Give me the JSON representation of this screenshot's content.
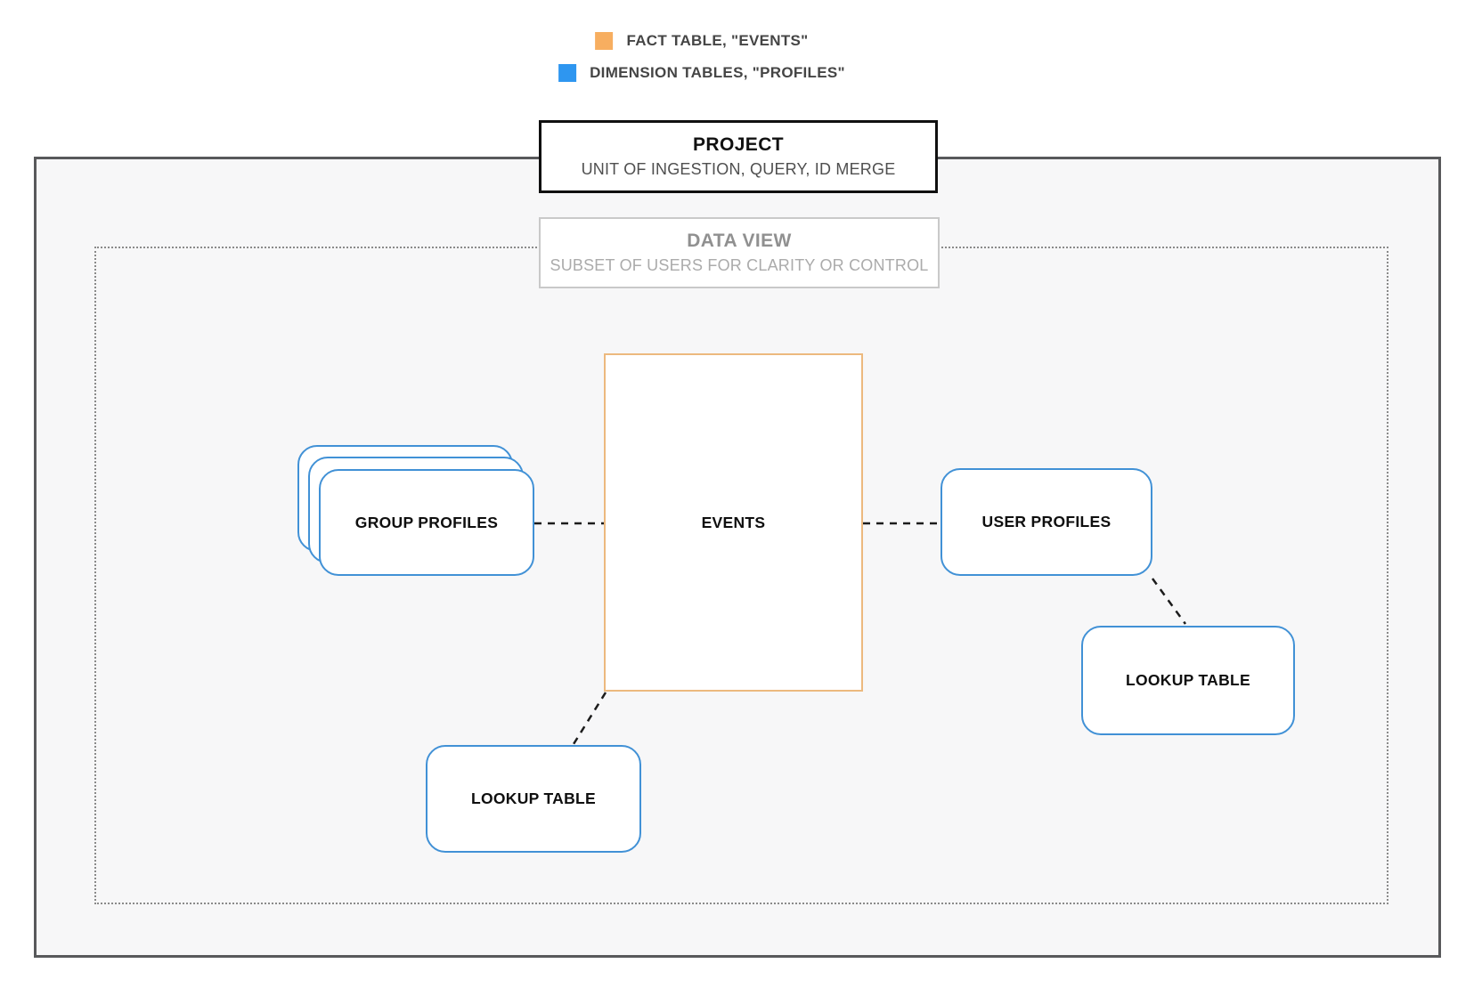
{
  "legend": {
    "items": [
      {
        "name": "fact-table",
        "label": "FACT TABLE, \"EVENTS\"",
        "color": "#f7ae60"
      },
      {
        "name": "dimension-tables",
        "label": "DIMENSION TABLES, \"PROFILES\"",
        "color": "#2e96f0"
      }
    ]
  },
  "project_box": {
    "title": "PROJECT",
    "subtitle": "UNIT OF INGESTION, QUERY, ID MERGE"
  },
  "data_view_box": {
    "title": "DATA VIEW",
    "subtitle": "SUBSET OF USERS FOR CLARITY OR CONTROL"
  },
  "nodes": {
    "events": {
      "label": "EVENTS",
      "type": "fact"
    },
    "group_profiles": {
      "label": "GROUP PROFILES",
      "type": "dimension"
    },
    "user_profiles": {
      "label": "USER PROFILES",
      "type": "dimension"
    },
    "lookup_table_left": {
      "label": "LOOKUP TABLE",
      "type": "dimension"
    },
    "lookup_table_right": {
      "label": "LOOKUP TABLE",
      "type": "dimension"
    }
  },
  "connections": [
    {
      "from": "group_profiles",
      "to": "events"
    },
    {
      "from": "events",
      "to": "user_profiles"
    },
    {
      "from": "user_profiles",
      "to": "lookup_table_right"
    },
    {
      "from": "events",
      "to": "lookup_table_left"
    }
  ],
  "colors": {
    "fact_border": "#ecb97e",
    "dimension_border": "#4191d6",
    "outer_border": "#58595b",
    "outer_fill": "#f7f7f8",
    "dotted_border": "#8a8a8a",
    "connector": "#1c1c1c",
    "legend_orange": "#f7ae60",
    "legend_blue": "#2e96f0"
  }
}
